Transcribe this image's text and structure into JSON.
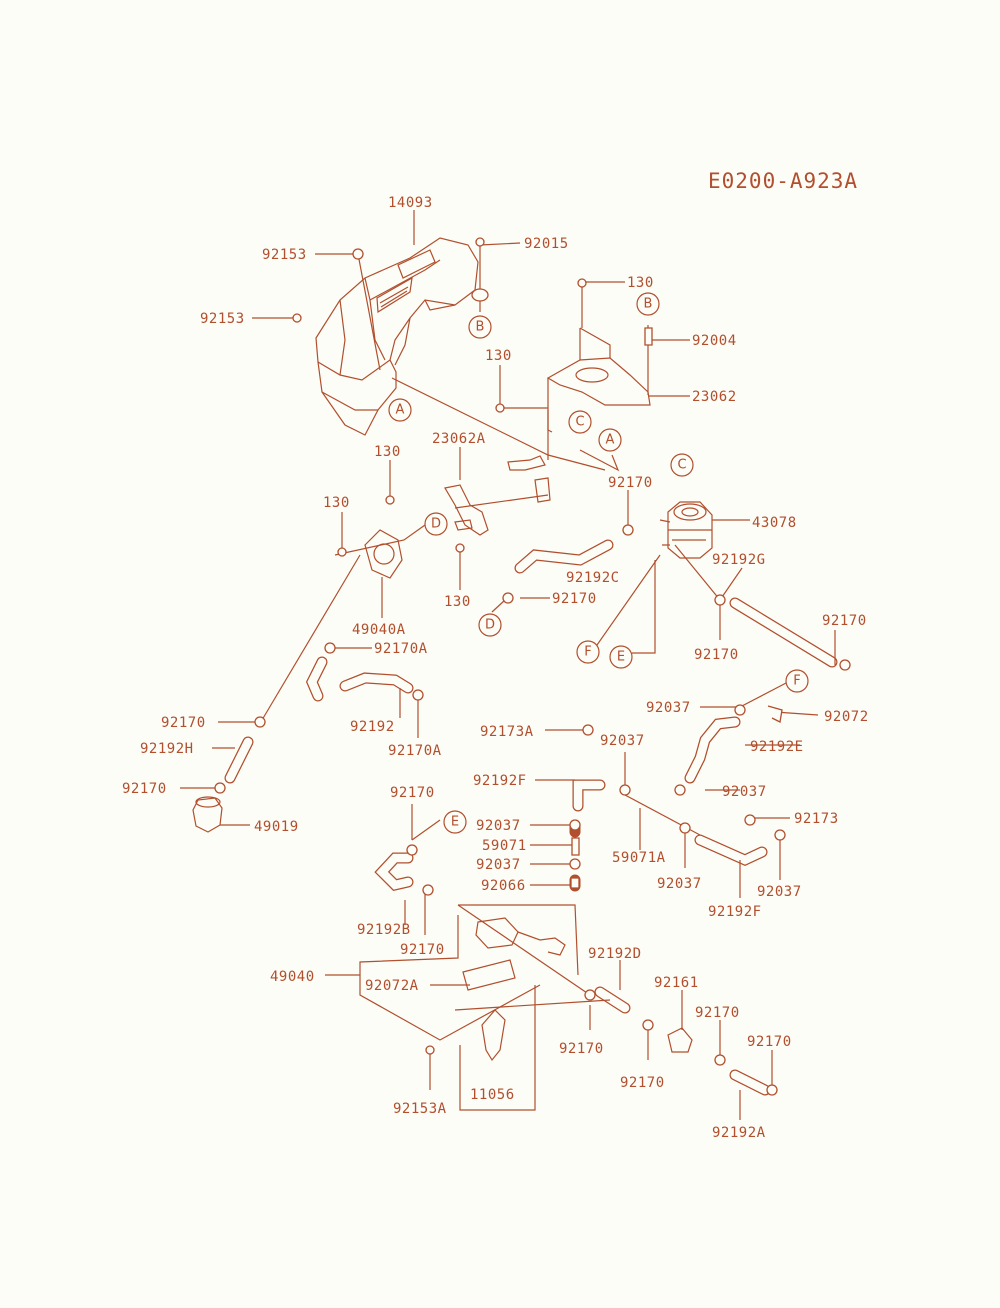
{
  "diagram_code": "E0200-A923A",
  "part_labels": {
    "p14093": "14093",
    "p92153_a": "92153",
    "p92015": "92015",
    "p92153_b": "92153",
    "p130_a": "130",
    "p92004": "92004",
    "p130_b": "130",
    "p23062": "23062",
    "p23062A": "23062A",
    "p130_c": "130",
    "p92170_a": "92170",
    "p43078": "43078",
    "p130_d": "130",
    "p92192C": "92192C",
    "p92192G": "92192G",
    "p130_e": "130",
    "p92170_b": "92170",
    "p49040A": "49040A",
    "p92170_c": "92170",
    "p92170_d": "92170",
    "p92170A_a": "92170A",
    "p92192": "92192",
    "p92170A_b": "92170A",
    "p92037_a": "92037",
    "p92072": "92072",
    "p92170_e": "92170",
    "p92173A": "92173A",
    "p92037_b": "92037",
    "p92192E": "92192E",
    "p92192H": "92192H",
    "p92192F_a": "92192F",
    "p92037_c": "92037",
    "p92170_f": "92170",
    "p92170_g": "92170",
    "p92173": "92173",
    "p49019": "49019",
    "p92037_d": "92037",
    "p59071": "59071",
    "p59071A": "59071A",
    "p92037_e": "92037",
    "p92037_f": "92037",
    "p92066": "92066",
    "p92037_g": "92037",
    "p92192B": "92192B",
    "p92192F_b": "92192F",
    "p92170_h": "92170",
    "p92192D": "92192D",
    "p49040": "49040",
    "p92161": "92161",
    "p92072A": "92072A",
    "p92170_i": "92170",
    "p92170_j": "92170",
    "p92170_k": "92170",
    "p92170_l": "92170",
    "p11056": "11056",
    "p92153A": "92153A",
    "p92192A": "92192A"
  },
  "connection_markers": {
    "B1": "B",
    "B2": "B",
    "A1": "A",
    "A2": "A",
    "C1": "C",
    "C2": "C",
    "D1": "D",
    "D2": "D",
    "E1": "E",
    "E2": "E",
    "F1": "F",
    "F2": "F"
  },
  "colors": {
    "ink": "#b14f2e",
    "paper": "#fdfdf7"
  }
}
